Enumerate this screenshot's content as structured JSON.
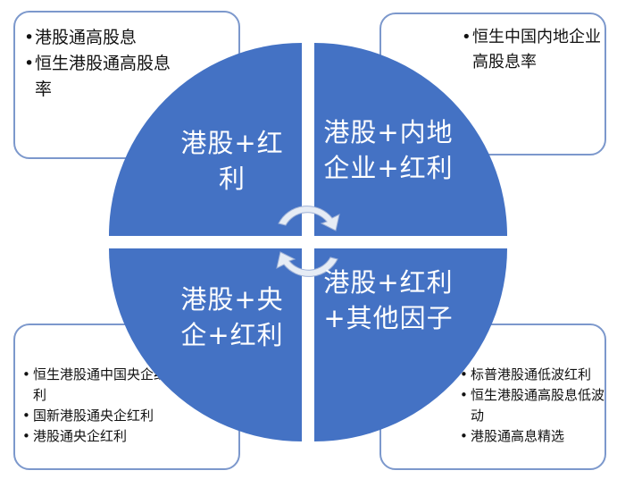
{
  "colors": {
    "quadrant_fill": "#4472c4",
    "box_border": "#7c98cc",
    "text_on_blue": "#ffffff",
    "arrow_fill": "#e6ecf5"
  },
  "quadrants": {
    "top_left": "港股+红利",
    "top_right": "港股+内地企业+红利",
    "bottom_left": "港股+央企+红利",
    "bottom_right": "港股+红利+其他因子"
  },
  "boxes": {
    "top_left": {
      "items": [
        "港股通高股息",
        "恒生港股通高股息率"
      ]
    },
    "top_right": {
      "items": [
        "恒生中国内地企业高股息率"
      ]
    },
    "bottom_left": {
      "items": [
        "恒生港股通中国央企红利",
        "国新港股通央企红利",
        "港股通央企红利"
      ]
    },
    "bottom_right": {
      "items": [
        "标普港股通低波红利",
        "恒生港股通高股息低波动",
        "港股通高息精选"
      ]
    }
  },
  "center_icon": "cycle-arrows-icon"
}
